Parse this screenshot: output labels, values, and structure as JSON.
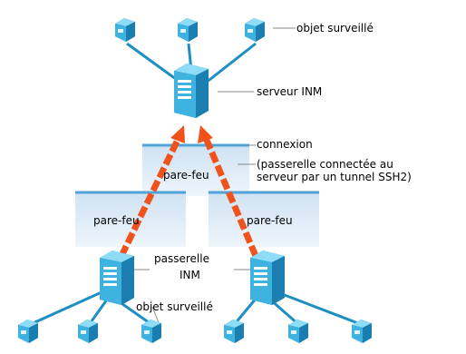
{
  "labels": {
    "monitored_object_top": "objet surveillé",
    "inm_server": "serveur INM",
    "connection": "connexion",
    "connection_note_line1": "(passerelle connectée au",
    "connection_note_line2": "serveur par un tunnel SSH2)",
    "firewall_center": "pare-feu",
    "firewall_left": "pare-feu",
    "firewall_right": "pare-feu",
    "gateway_line1": "passerelle",
    "gateway_line2": "INM",
    "monitored_object_bottom": "objet surveillé"
  },
  "colors": {
    "device_light": "#5fc3e6",
    "device_dark": "#1d8fc2",
    "link": "#1d8fc2",
    "tunnel_arrow": "#f0521c",
    "firewall_panel": "#dbe9f5",
    "firewall_edge": "#4fa3d9",
    "callout_line": "#8a8a8a"
  },
  "icons": [
    "monitored-object-icon",
    "server-icon",
    "gateway-icon",
    "firewall-panel",
    "tunnel-arrow"
  ]
}
